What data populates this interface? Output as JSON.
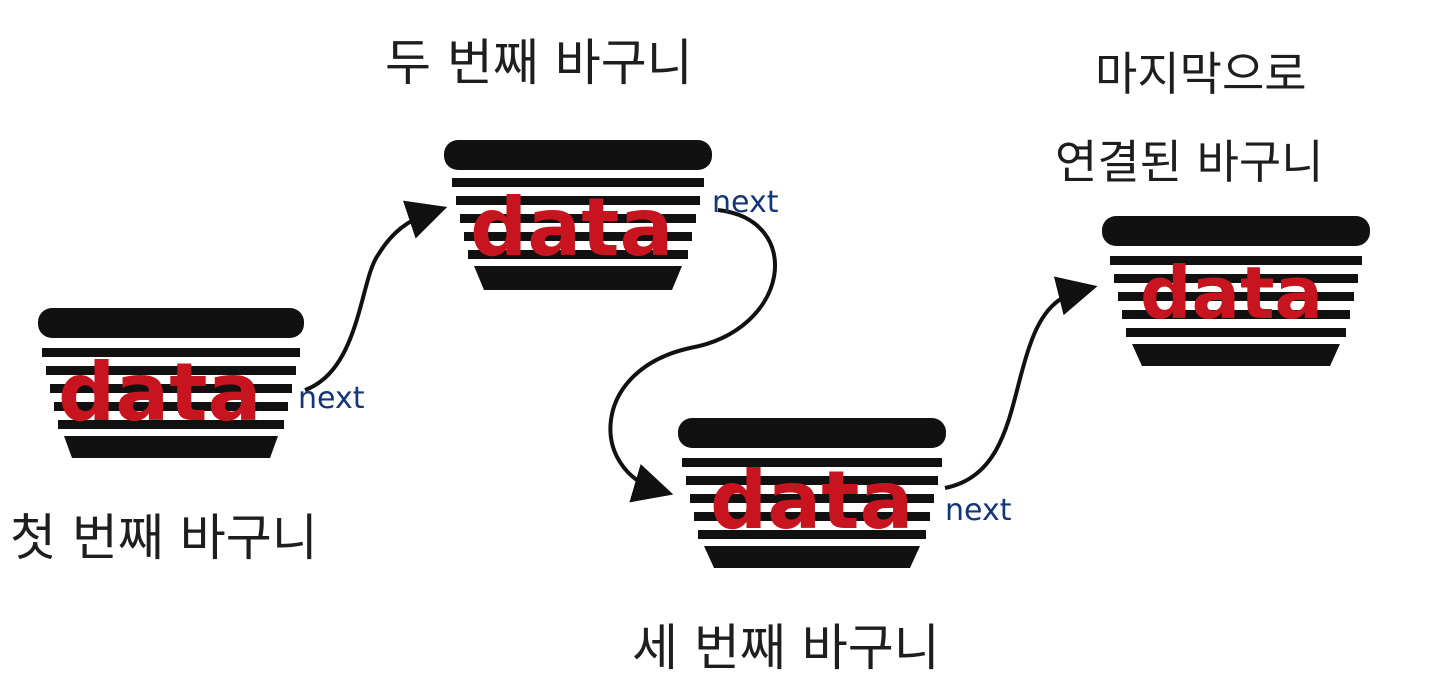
{
  "diagram": {
    "colors": {
      "basket": "#111111",
      "data_text": "#c8141e",
      "next_text": "#15357a",
      "label_text": "#1e1e1e",
      "arrow": "#111111"
    },
    "nodes": [
      {
        "id": "basket-1",
        "label_lines": [
          "첫 번째 바구니"
        ],
        "data_label": "data",
        "next_label": "next"
      },
      {
        "id": "basket-2",
        "label_lines": [
          "두 번째 바구니"
        ],
        "data_label": "data",
        "next_label": "next"
      },
      {
        "id": "basket-3",
        "label_lines": [
          "세 번째 바구니"
        ],
        "data_label": "data",
        "next_label": "next"
      },
      {
        "id": "basket-4",
        "label_lines": [
          "마지막으로",
          "연결된 바구니"
        ],
        "data_label": "data",
        "next_label": ""
      }
    ],
    "edges": [
      {
        "from": "basket-1",
        "to": "basket-2"
      },
      {
        "from": "basket-2",
        "to": "basket-3"
      },
      {
        "from": "basket-3",
        "to": "basket-4"
      }
    ]
  }
}
